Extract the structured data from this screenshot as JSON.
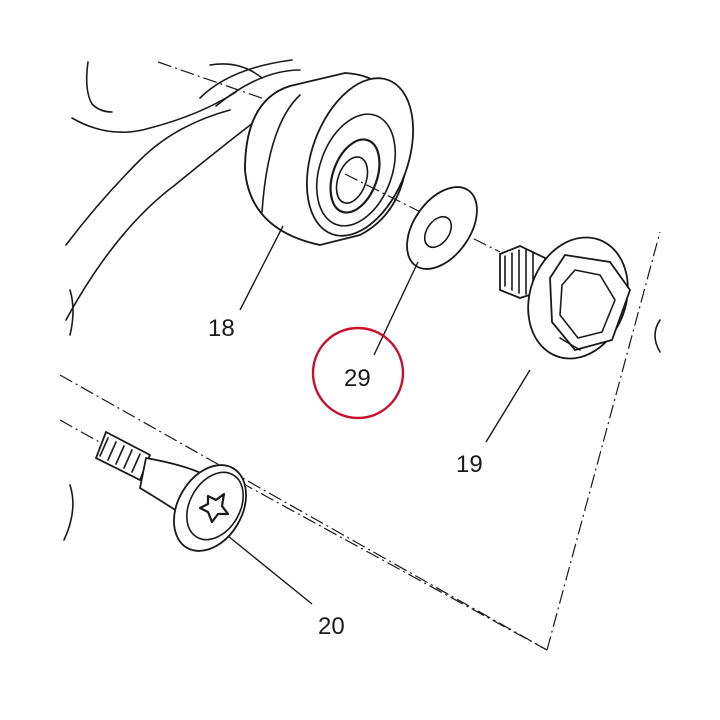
{
  "callouts": {
    "roller": "18",
    "washer": "29",
    "flange_bolt": "19",
    "torx_bolt": "20"
  },
  "highlight_color": "#c8102e"
}
